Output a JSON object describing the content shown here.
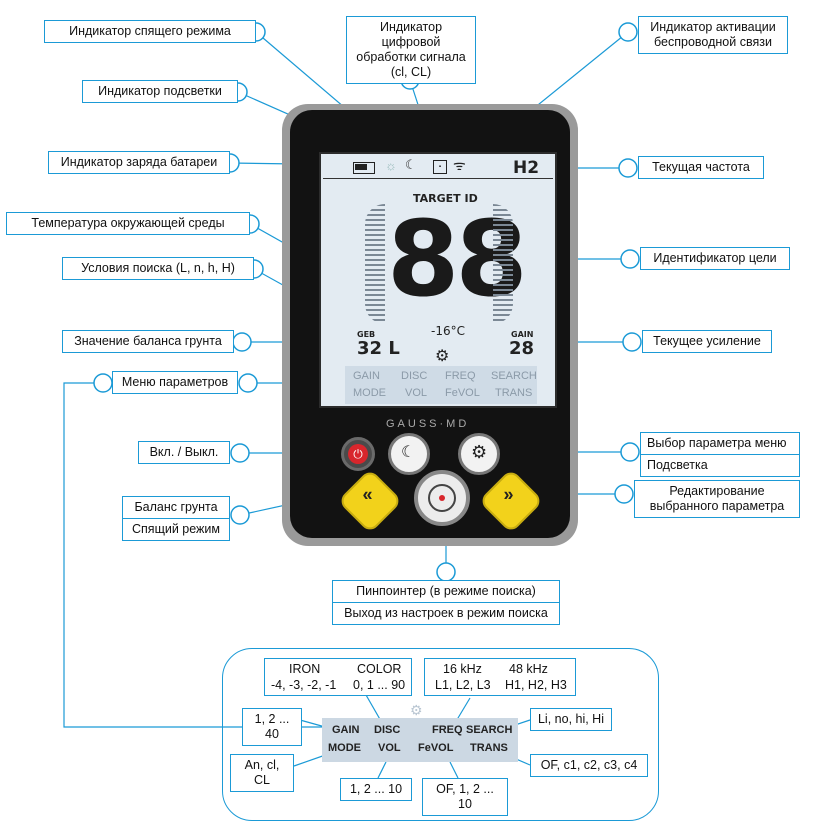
{
  "callouts": {
    "sleep_indicator": "Индикатор спящего режима",
    "dsp_indicator_1": "Индикатор",
    "dsp_indicator_2": "цифровой обработки сигнала",
    "dsp_indicator_3": "(cl, CL)",
    "wireless_1": "Индикатор активации",
    "wireless_2": "беспроводной связи",
    "backlight": "Индикатор подсветки",
    "battery": "Индикатор заряда батареи",
    "frequency": "Текущая частота",
    "temperature": "Температура окружающей среды",
    "target_id": "Идентификатор цели",
    "search_conditions": "Условия поиска (L, n, h, H)",
    "ground_balance_value": "Значение баланса грунта",
    "gain_value": "Текущее усиление",
    "param_menu": "Меню параметров",
    "power": "Вкл. / Выкл.",
    "menu_select": "Выбор параметра меню",
    "backlight_btn": "Подсветка",
    "ground_balance": "Баланс грунта",
    "sleep_mode": "Спящий режим",
    "edit_1": "Редактирование",
    "edit_2": "выбранного параметра",
    "pinpointer": "Пинпоинтер (в режиме поиска)",
    "exit_settings": "Выход из настроек в режим поиска"
  },
  "lcd": {
    "freq_code": "H2",
    "target_label": "TARGET ID",
    "target_value": "88",
    "temperature": "-16°C",
    "geb_label": "GEB",
    "geb_value": "32 L",
    "gain_label": "GAIN",
    "gain_value": "28",
    "menu": [
      "GAIN",
      "DISC",
      "FREQ",
      "SEARCH",
      "MODE",
      "VOL",
      "FeVOL",
      "TRANS"
    ],
    "brand": "GAUSS·MD"
  },
  "params": {
    "disc_header_iron": "IRON",
    "disc_header_color": "COLOR",
    "disc_iron_values": "-4, -3, -2, -1",
    "disc_color_values": "0, 1 ... 90",
    "freq_16": "16 kHz",
    "freq_48": "48 kHz",
    "freq_16_values": "L1, L2, L3",
    "freq_48_values": "H1, H2, H3",
    "gain_range": "1, 2 ... 40",
    "search_values": "Li, no, hi, Hi",
    "mode_values": "An, cl, CL",
    "trans_values": "OF, c1, c2, c3, c4",
    "vol_range": "1, 2 ... 10",
    "fevol_range": "OF, 1, 2 ... 10",
    "menu": [
      "GAIN",
      "DISC",
      "FREQ",
      "SEARCH",
      "MODE",
      "VOL",
      "FeVOL",
      "TRANS"
    ]
  },
  "colors": {
    "accent": "#1b9ad6",
    "power_red": "#d8262c",
    "arrow_yellow": "#f2d21b",
    "lcd_bg": "#e3ebf2"
  },
  "icons": [
    "battery-icon",
    "sun-icon",
    "moon-icon",
    "dsp-icon",
    "wifi-icon",
    "gear-icon",
    "power-icon",
    "ground-balance-icon",
    "menu-gear-icon",
    "left-arrow-icon",
    "right-arrow-icon",
    "target-icon"
  ]
}
